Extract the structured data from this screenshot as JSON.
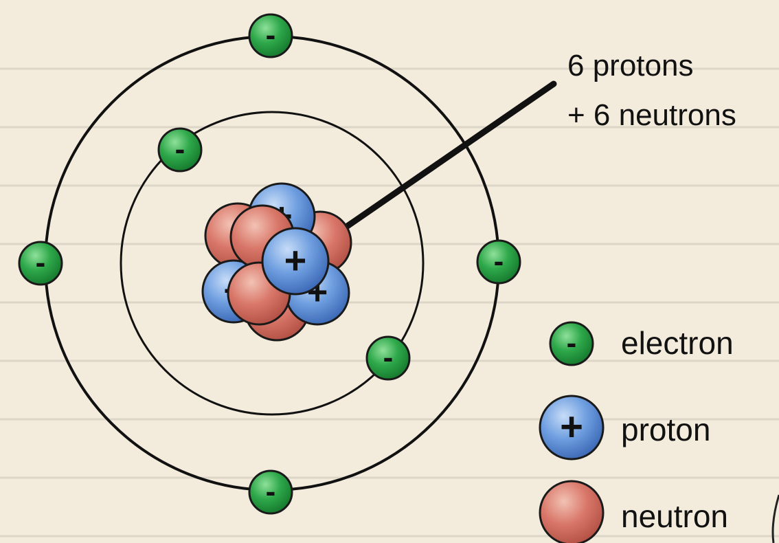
{
  "annotation": {
    "line1": "6 protons",
    "line2": "+ 6 neutrons"
  },
  "legend": {
    "electron": "electron",
    "proton": "proton",
    "neutron": "neutron"
  },
  "symbols": {
    "electron": "-",
    "proton": "+"
  },
  "atom": {
    "protons": 6,
    "neutrons": 6,
    "electrons": 6,
    "inner_shell_electrons": 2,
    "outer_shell_electrons": 4
  },
  "colors": {
    "electron": "#2ea84a",
    "proton": "#5b8fd6",
    "neutron": "#d9786a",
    "paper": "#f3ecdc",
    "ruled_line": "#dcd6c8",
    "ink": "#111111"
  },
  "icons": [
    "electron-icon",
    "proton-icon",
    "neutron-icon"
  ]
}
